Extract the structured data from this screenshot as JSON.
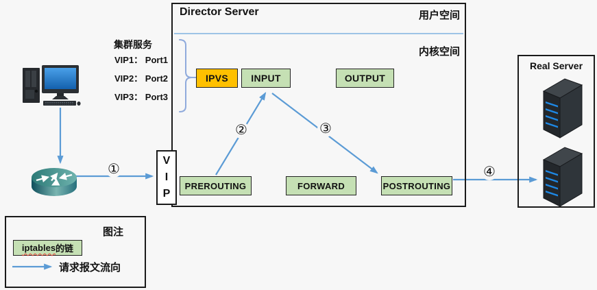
{
  "colors": {
    "arrow_blue": "#5B9BD5",
    "divider_blue": "#9DC3E6",
    "bracket_blue": "#8FAADC",
    "chain_green": "#C5E0B4",
    "ipvs_orange": "#FFC000",
    "background": "#f7f7f7"
  },
  "director": {
    "title": "Director Server",
    "user_space": "用户空间",
    "kernel_space": "内核空间"
  },
  "chains": {
    "ipvs": "IPVS",
    "input": "INPUT",
    "output": "OUTPUT",
    "prerouting": "PREROUTING",
    "forward": "FORWARD",
    "postrouting": "POSTROUTING"
  },
  "vip": {
    "letters": [
      "V",
      "I",
      "P"
    ]
  },
  "cluster": {
    "title": "集群服务",
    "services": [
      "VIP1： Port1",
      "VIP2： Port2",
      "VIP3： Port3"
    ]
  },
  "real_server": {
    "title": "Real Server"
  },
  "flow_steps": [
    "①",
    "②",
    "③",
    "④"
  ],
  "legend": {
    "title": "图注",
    "chain_label_en": "iptables",
    "chain_label_zh": "的链",
    "flow_label": "请求报文流向"
  }
}
